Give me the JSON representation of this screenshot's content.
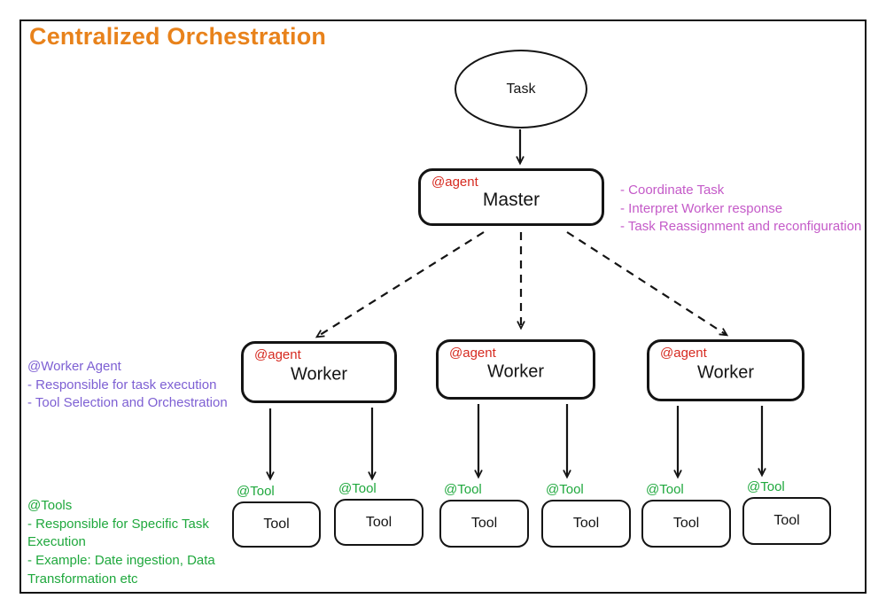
{
  "title": "Centralized Orchestration",
  "colors": {
    "orange": "#e8821b",
    "red": "#d62a20",
    "magenta": "#c45ac8",
    "purple": "#7d5fd3",
    "green": "#1fa83d",
    "ink": "#141414",
    "bg": "#ffffff"
  },
  "nodes": {
    "task": {
      "label": "Task"
    },
    "master": {
      "tag": "@agent",
      "label": "Master"
    },
    "workers": [
      {
        "tag": "@agent",
        "label": "Worker"
      },
      {
        "tag": "@agent",
        "label": "Worker"
      },
      {
        "tag": "@agent",
        "label": "Worker"
      }
    ],
    "tools": [
      {
        "tag": "@Tool",
        "label": "Tool"
      },
      {
        "tag": "@Tool",
        "label": "Tool"
      },
      {
        "tag": "@Tool",
        "label": "Tool"
      },
      {
        "tag": "@Tool",
        "label": "Tool"
      },
      {
        "tag": "@Tool",
        "label": "Tool"
      },
      {
        "tag": "@Tool",
        "label": "Tool"
      }
    ]
  },
  "annotations": {
    "master_notes": {
      "lines": [
        "- Coordinate Task",
        "- Interpret Worker response",
        "- Task Reassignment and reconfiguration"
      ]
    },
    "worker_notes": {
      "lines": [
        "@Worker Agent",
        "- Responsible for task execution",
        "- Tool Selection and Orchestration"
      ]
    },
    "tools_notes": {
      "lines": [
        "@Tools",
        "- Responsible for Specific Task Execution",
        "- Example: Date ingestion, Data Transformation etc"
      ]
    }
  }
}
